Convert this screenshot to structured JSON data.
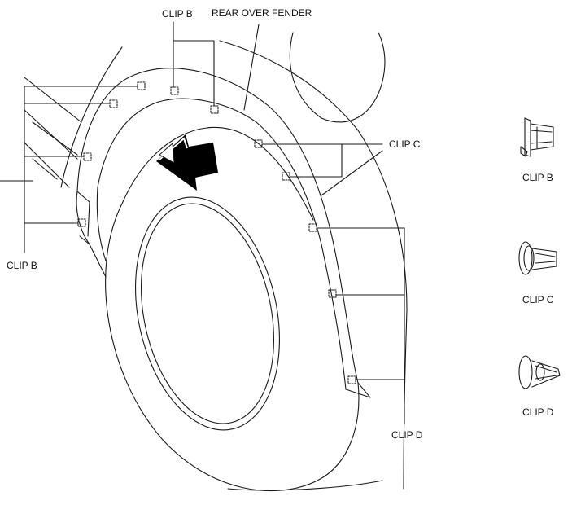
{
  "diagram": {
    "labels": {
      "clip_b_top": "CLIP B",
      "rear_over_fender": "REAR OVER FENDER",
      "clip_c_right": "CLIP C",
      "clip_b_left": "CLIP B",
      "clip_d_bottom": "CLIP D"
    },
    "legend": {
      "clip_b": "CLIP B",
      "clip_c": "CLIP C",
      "clip_d": "CLIP D"
    },
    "colors": {
      "line": "#1a1a1a",
      "arrow": "#000000",
      "background": "#ffffff"
    }
  }
}
